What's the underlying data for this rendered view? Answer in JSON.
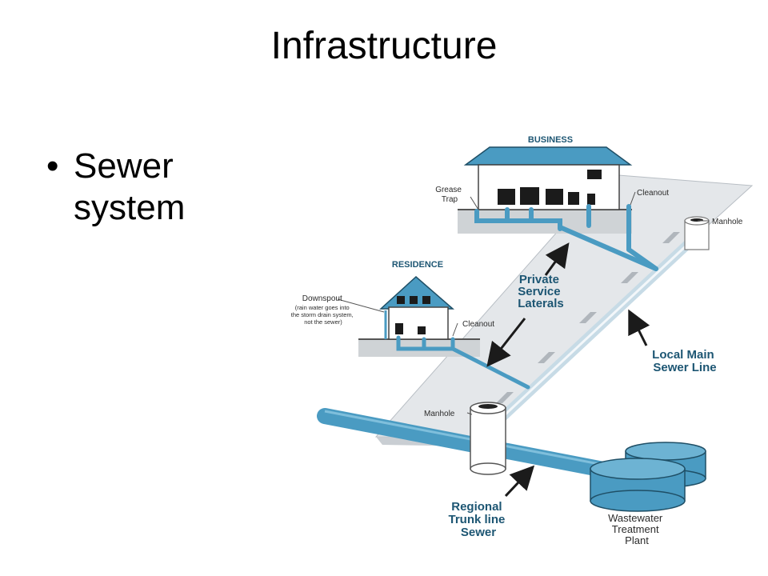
{
  "slide": {
    "title": "Infrastructure",
    "bullet": "Sewer system"
  },
  "diagram": {
    "labels": {
      "business": "BUSINESS",
      "residence": "RESIDENCE",
      "grease_trap": [
        "Grease",
        "Trap"
      ],
      "cleanout_business": "Cleanout",
      "cleanout_residence": "Cleanout",
      "manhole_top": "Manhole",
      "manhole_bottom": "Manhole",
      "downspout_title": "Downspout",
      "downspout_note": [
        "(rain water goes into",
        "the storm drain system,",
        "not the sewer)"
      ],
      "private_laterals": [
        "Private",
        "Service",
        "Laterals"
      ],
      "local_main": [
        "Local Main",
        "Sewer Line"
      ],
      "regional_trunk": [
        "Regional",
        "Trunk line",
        "Sewer"
      ],
      "treatment_plant": [
        "Wastewater",
        "Treatment",
        "Plant"
      ]
    },
    "colors": {
      "pipe": "#4a9bc2",
      "pipe_dark": "#1f6f96",
      "roof": "#4a9bc2",
      "street": "#e4e7ea",
      "ground": "#cfd3d6",
      "label_blue": "#1d5673"
    }
  }
}
